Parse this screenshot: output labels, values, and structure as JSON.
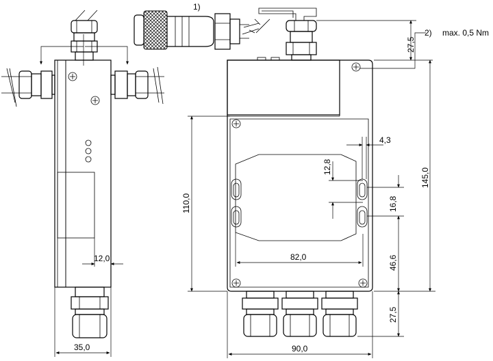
{
  "notes": {
    "connector_note": "1)",
    "torque_ref": "2)",
    "torque": "max. 0,5 Nm"
  },
  "dimensions": {
    "d_27_5_top": "27,5",
    "d_145": "145,0",
    "d_110": "110,0",
    "d_4_3": "4,3",
    "d_12_8": "12,8",
    "d_16_8": "16,8",
    "d_46_6": "46,6",
    "d_82": "82,0",
    "d_27_5_bottom": "27,5",
    "d_90": "90,0",
    "d_35": "35,0",
    "d_12": "12,0"
  }
}
